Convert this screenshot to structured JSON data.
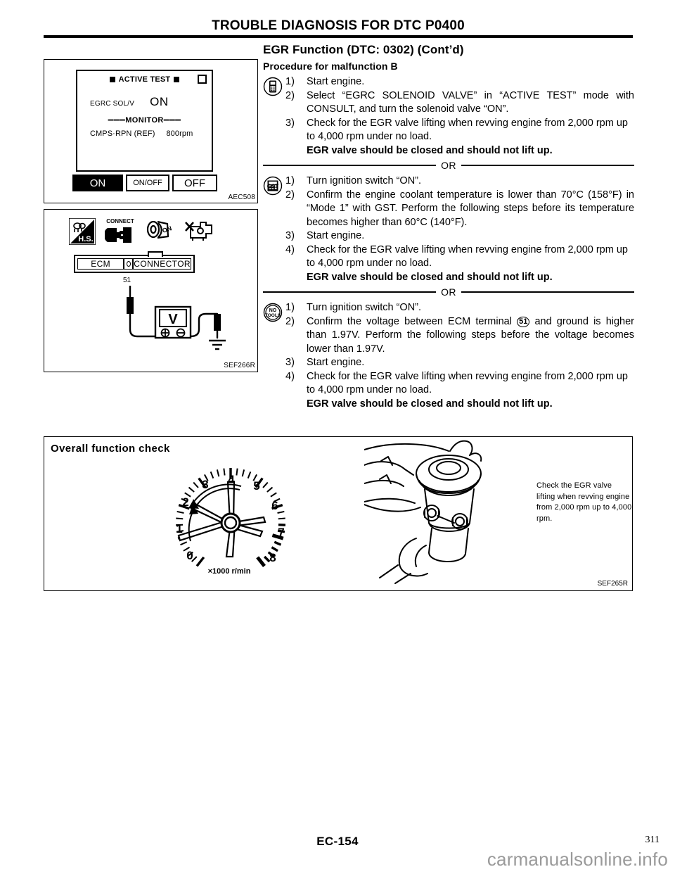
{
  "header": {
    "title": "TROUBLE DIAGNOSIS FOR DTC P0400"
  },
  "section": {
    "title": "EGR Function (DTC: 0302) (Cont’d)",
    "procedure_heading": "Procedure for malfunction B"
  },
  "or_label": "OR",
  "procedures": [
    {
      "icon": "consult-icon",
      "steps": [
        {
          "num": "1)",
          "text": "Start engine.",
          "justify": false,
          "sublines": []
        },
        {
          "num": "2)",
          "text": "Select “EGRC SOLENOID VALVE” in “ACTIVE TEST” mode with CONSULT, and turn the solenoid valve “ON”.",
          "justify": true,
          "sublines": []
        },
        {
          "num": "3)",
          "text": "Check for the EGR valve lifting when revving engine from 2,000 rpm up to 4,000 rpm under no load.",
          "justify": false,
          "sublines": [],
          "bold_line": "EGR valve should be closed and should not lift up."
        }
      ]
    },
    {
      "icon": "gst-icon",
      "steps": [
        {
          "num": "1)",
          "text": "Turn ignition switch “ON”.",
          "justify": false,
          "sublines": []
        },
        {
          "num": "2)",
          "text": "Confirm the engine coolant temperature is lower than 70°C (158°F) in “Mode 1” with GST.",
          "justify": true,
          "sublines": [
            "Perform the following steps before its temperature becomes higher than 60°C (140°F)."
          ]
        },
        {
          "num": "3)",
          "text": "Start engine.",
          "justify": false,
          "sublines": []
        },
        {
          "num": "4)",
          "text": "Check for the EGR valve lifting when revving engine from 2,000 rpm up to 4,000 rpm under no load.",
          "justify": false,
          "sublines": [],
          "bold_line": "EGR valve should be closed and should not lift up."
        }
      ]
    },
    {
      "icon": "no-tools-icon",
      "steps": [
        {
          "num": "1)",
          "text": "Turn ignition switch “ON”.",
          "justify": false,
          "sublines": []
        },
        {
          "num": "2)",
          "text": "Confirm the voltage between ECM terminal",
          "terminal": "51",
          "text_after": "and ground is higher than 1.97V.",
          "justify": true,
          "sublines": [
            "Perform the following steps before the voltage becomes lower than 1.97V."
          ]
        },
        {
          "num": "3)",
          "text": "Start engine.",
          "justify": false,
          "sublines": []
        },
        {
          "num": "4)",
          "text": "Check for the EGR valve lifting when revving engine from 2,000 rpm up to 4,000 rpm under no load.",
          "justify": false,
          "sublines": [],
          "bold_line": "EGR valve should be closed and should not lift up."
        }
      ]
    }
  ],
  "consult_figure": {
    "active_test_label": "ACTIVE TEST",
    "solenoid_label": "EGRC SOL/V",
    "solenoid_value": "ON",
    "monitor_label": "MONITOR",
    "monitor_separator_left": "═══",
    "monitor_separator_right": "═══",
    "param_label": "CMPS·RPN (REF)",
    "param_value": "800rpm",
    "buttons": {
      "on": "ON",
      "on_off": "ON/OFF",
      "off": "OFF"
    },
    "figure_code": "AEC508"
  },
  "ecm_figure": {
    "icons": [
      "hs-icon",
      "connect-icon",
      "ignition-on-icon",
      "engine-off-icon"
    ],
    "connect_label": "CONNECT",
    "hs_label": "H.S.",
    "ignition_label": "ON",
    "ecm_label": "ECM",
    "connector_label": "CONNECTOR",
    "terminal_number": "51",
    "meter_label": "V",
    "figure_code": "SEF266R"
  },
  "bottom_panel": {
    "heading": "Overall function check",
    "tachometer": {
      "unit_label": "×1000 r/min",
      "tick_labels": [
        "0",
        "1",
        "2",
        "3",
        "4",
        "5",
        "6",
        "7",
        "8"
      ]
    },
    "caption": "Check the EGR valve lifting when revving engine from 2,000 rpm up to 4,000 rpm.",
    "figure_code": "SEF265R"
  },
  "footer": {
    "code": "EC-154",
    "page": "311",
    "watermark": "carmanualsonline.info"
  }
}
